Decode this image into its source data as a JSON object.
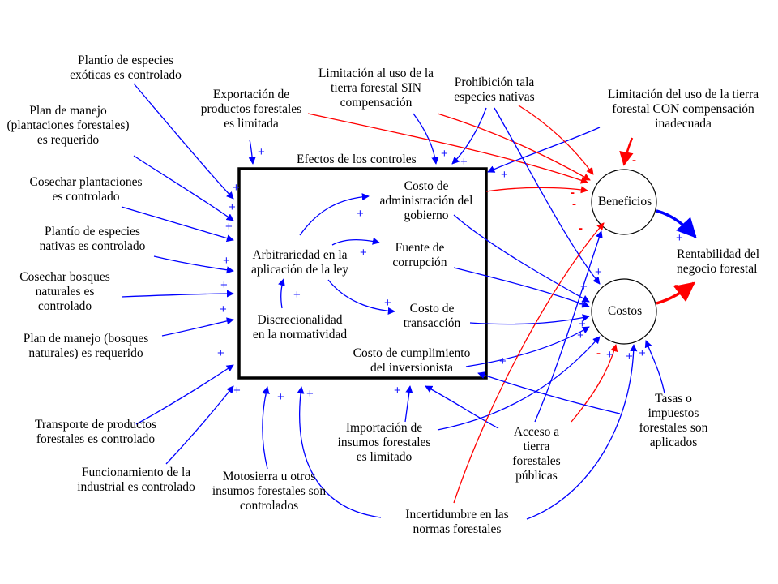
{
  "colors": {
    "positive_link": "#0000ff",
    "negative_link": "#ff0000",
    "box": "#000000"
  },
  "box_title": "Efectos de los controles",
  "nodes": {
    "beneficios": "Beneficios",
    "costos": "Costos",
    "rentabilidad": "Rentabilidad del\nnegocio forestal"
  },
  "inner_labels": {
    "costo_admin": "Costo de\nadministración del\ngobierno",
    "arbitrariedad": "Arbitrariedad en la\naplicación de la ley",
    "fuente_corrupcion": "Fuente de\ncorrupción",
    "costo_transaccion": "Costo de\ntransacción",
    "discrecionalidad": "Discrecionalidad\nen la normatividad",
    "costo_cumplimiento": "Costo de cumplimiento\ndel inversionista"
  },
  "outer_labels": {
    "plantio_exoticas": "Plantío de especies\nexóticas es controlado",
    "exportacion": "Exportación de\nproductos forestales\nes limitada",
    "limitacion_sin": "Limitación al uso de la\ntierra forestal SIN\ncompensación",
    "prohibicion_tala": "Prohibición tala\nespecies nativas",
    "limitacion_con": "Limitación del uso de la tierra\nforestal CON compensación\ninadecuada",
    "plan_plantaciones": "Plan de manejo\n(plantaciones forestales)\nes requerido",
    "cosechar_plantaciones": "Cosechar plantaciones\nes controlado",
    "plantio_nativas": "Plantío de especies\nnativas es controlado",
    "cosechar_bosques": "Cosechar bosques\nnaturales es\ncontrolado",
    "plan_bosques": "Plan de manejo (bosques\nnaturales) es requerido",
    "transporte": "Transporte de productos\nforestales es controlado",
    "funcionamiento": "Funcionamiento de la\nindustrial es controlado",
    "motosierra": "Motosierra u otros\ninsumos forestales son\ncontrolados",
    "importacion": "Importación de\ninsumos forestales\nes limitado",
    "acceso_tierra": "Acceso a\ntierra\nforestales\npúblicas",
    "tasas": "Tasas o\nimpuestos\nforestales son\naplicados",
    "incertidumbre": "Incertidumbre en las\nnormas forestales"
  },
  "signs": {
    "plus": "+",
    "minus": "-"
  }
}
